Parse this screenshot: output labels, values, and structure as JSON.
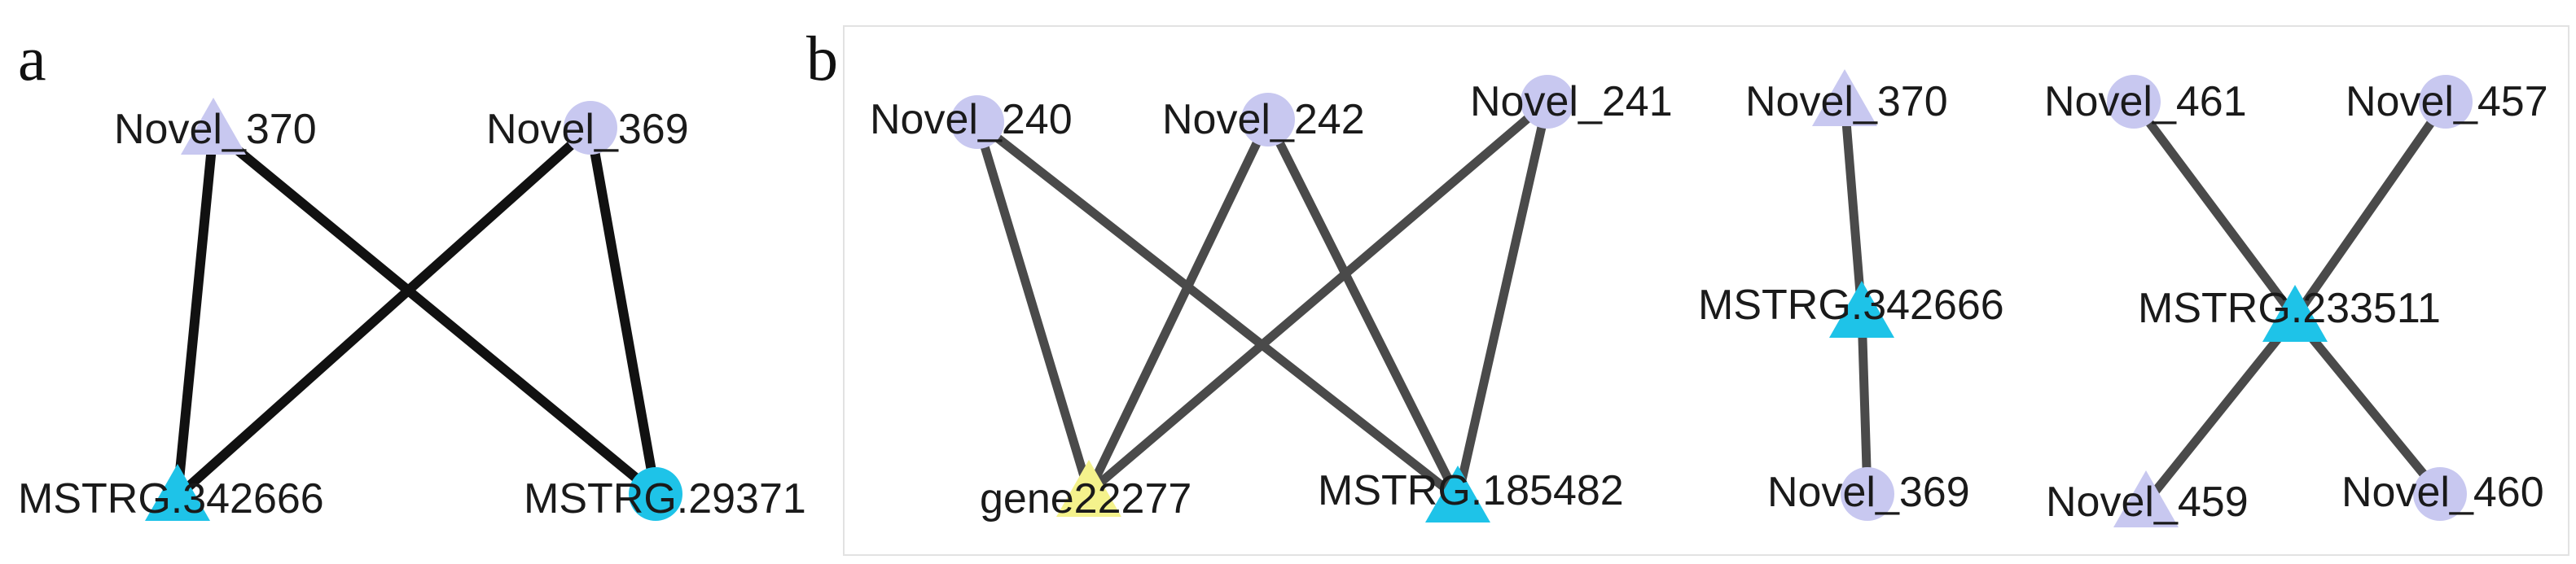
{
  "colors": {
    "novel_node": "#c8c8f0",
    "mstrg_node": "#1ec3e8",
    "gene_node": "#f4f28c",
    "edge_panel_a": "#111111",
    "edge_panel_b": "#4a4a4a"
  },
  "panels": [
    {
      "id": "a",
      "letter": "a",
      "nodes": [
        {
          "id": "a_n370",
          "label": "Novel_370",
          "shape": "triangle",
          "type": "novel"
        },
        {
          "id": "a_n369",
          "label": "Novel_369",
          "shape": "circle",
          "type": "novel"
        },
        {
          "id": "a_m342666",
          "label": "MSTRG.342666",
          "shape": "triangle",
          "type": "mstrg"
        },
        {
          "id": "a_m29371",
          "label": "MSTRG.29371",
          "shape": "circle",
          "type": "mstrg"
        }
      ],
      "edges": [
        [
          "a_n370",
          "a_m342666"
        ],
        [
          "a_n370",
          "a_m29371"
        ],
        [
          "a_n369",
          "a_m342666"
        ],
        [
          "a_n369",
          "a_m29371"
        ]
      ]
    },
    {
      "id": "b",
      "letter": "b",
      "nodes": [
        {
          "id": "b_n240",
          "label": "Novel_240",
          "shape": "circle",
          "type": "novel"
        },
        {
          "id": "b_n242",
          "label": "Novel_242",
          "shape": "circle",
          "type": "novel"
        },
        {
          "id": "b_n241",
          "label": "Novel_241",
          "shape": "circle",
          "type": "novel"
        },
        {
          "id": "b_g22277",
          "label": "gene22277",
          "shape": "triangle",
          "type": "gene"
        },
        {
          "id": "b_m185482",
          "label": "MSTRG.185482",
          "shape": "triangle",
          "type": "mstrg"
        },
        {
          "id": "b_n370",
          "label": "Novel_370",
          "shape": "triangle",
          "type": "novel"
        },
        {
          "id": "b_m342666",
          "label": "MSTRG.342666",
          "shape": "triangle",
          "type": "mstrg"
        },
        {
          "id": "b_n369",
          "label": "Novel_369",
          "shape": "circle",
          "type": "novel"
        },
        {
          "id": "b_n461",
          "label": "Novel_461",
          "shape": "circle",
          "type": "novel"
        },
        {
          "id": "b_n457",
          "label": "Novel_457",
          "shape": "circle",
          "type": "novel"
        },
        {
          "id": "b_m233511",
          "label": "MSTRG.233511",
          "shape": "triangle",
          "type": "mstrg"
        },
        {
          "id": "b_n459",
          "label": "Novel_459",
          "shape": "triangle",
          "type": "novel"
        },
        {
          "id": "b_n460",
          "label": "Novel_460",
          "shape": "circle",
          "type": "novel"
        }
      ],
      "edges": [
        [
          "b_n240",
          "b_g22277"
        ],
        [
          "b_n240",
          "b_m185482"
        ],
        [
          "b_n242",
          "b_g22277"
        ],
        [
          "b_n242",
          "b_m185482"
        ],
        [
          "b_n241",
          "b_g22277"
        ],
        [
          "b_n241",
          "b_m185482"
        ],
        [
          "b_n370",
          "b_m342666"
        ],
        [
          "b_m342666",
          "b_n369"
        ],
        [
          "b_n461",
          "b_m233511"
        ],
        [
          "b_n457",
          "b_m233511"
        ],
        [
          "b_m233511",
          "b_n459"
        ],
        [
          "b_m233511",
          "b_n460"
        ]
      ]
    }
  ]
}
